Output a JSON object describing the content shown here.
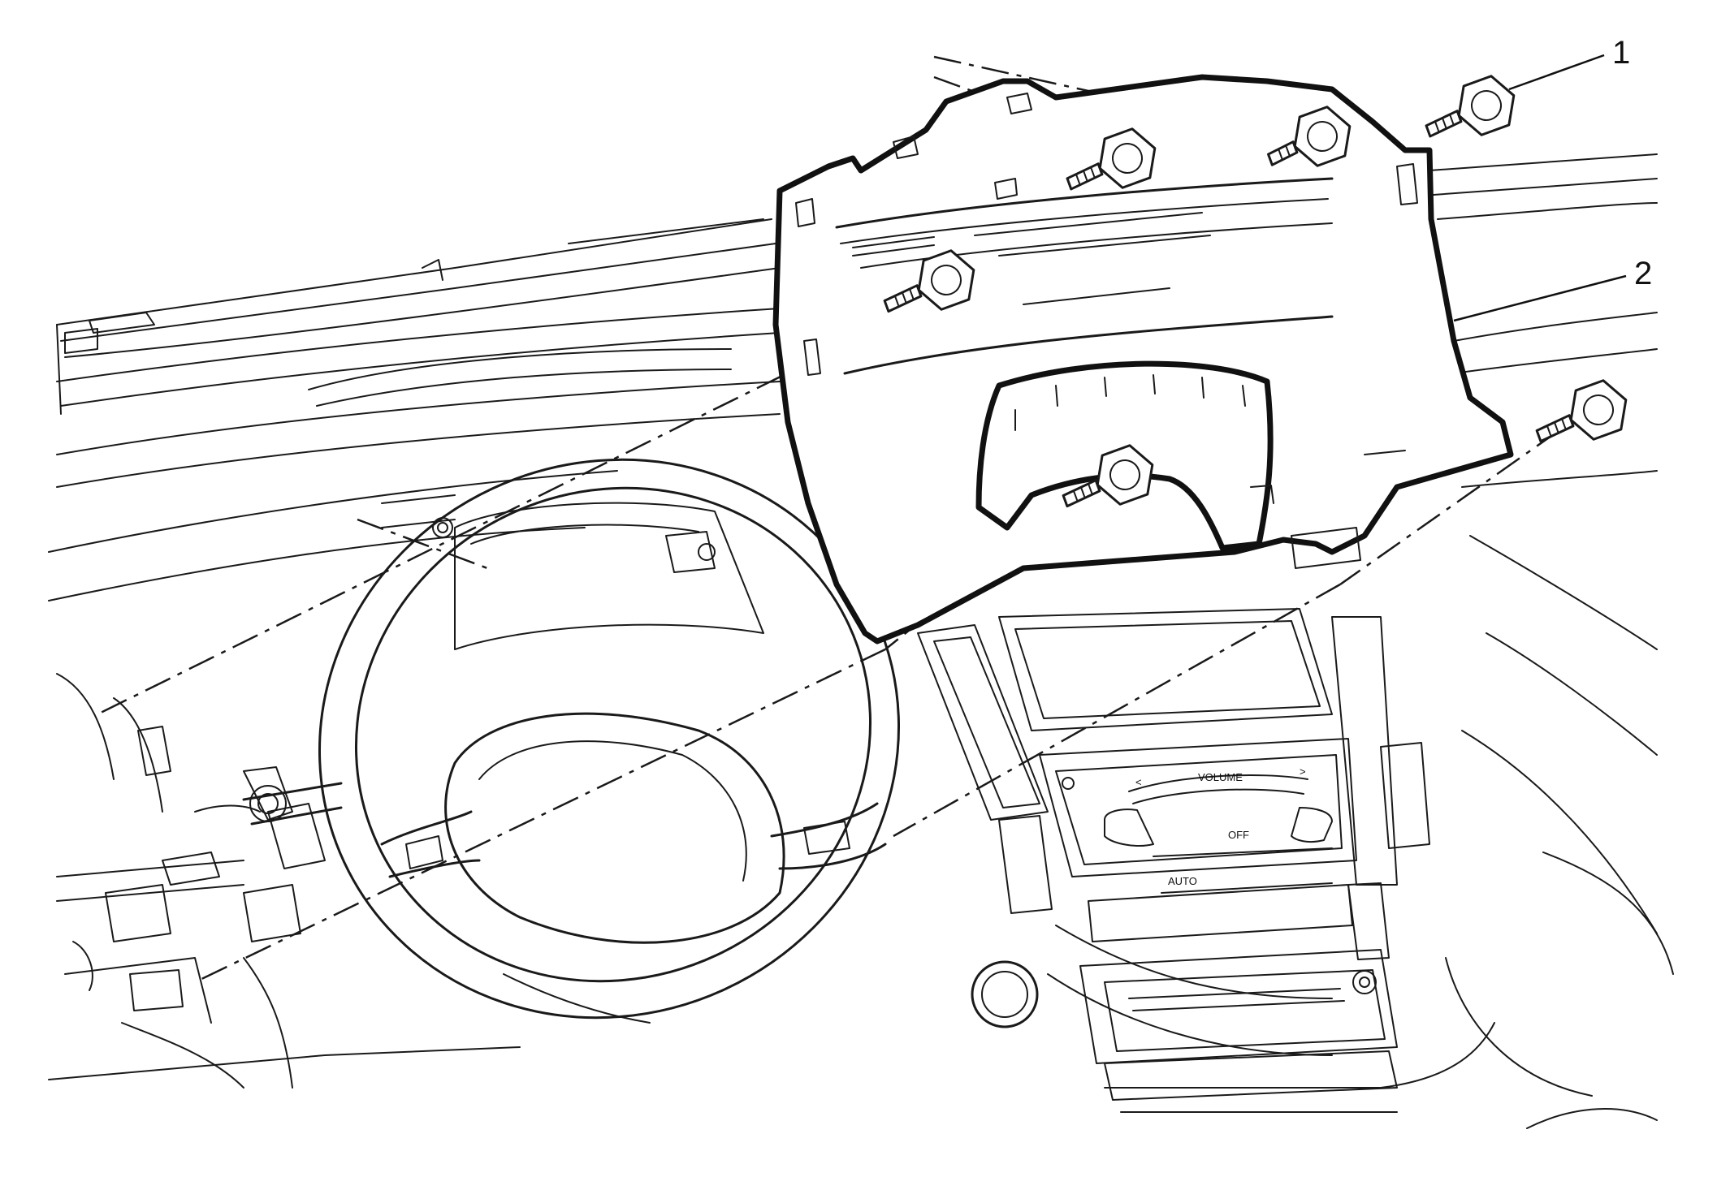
{
  "callouts": [
    {
      "id": "1",
      "label": "1"
    },
    {
      "id": "2",
      "label": "2"
    }
  ],
  "panel_labels": {
    "volume": "VOLUME",
    "off": "OFF",
    "auto": "AUTO"
  },
  "colors": {
    "line": "#1a1a1a",
    "background": "#ffffff"
  }
}
